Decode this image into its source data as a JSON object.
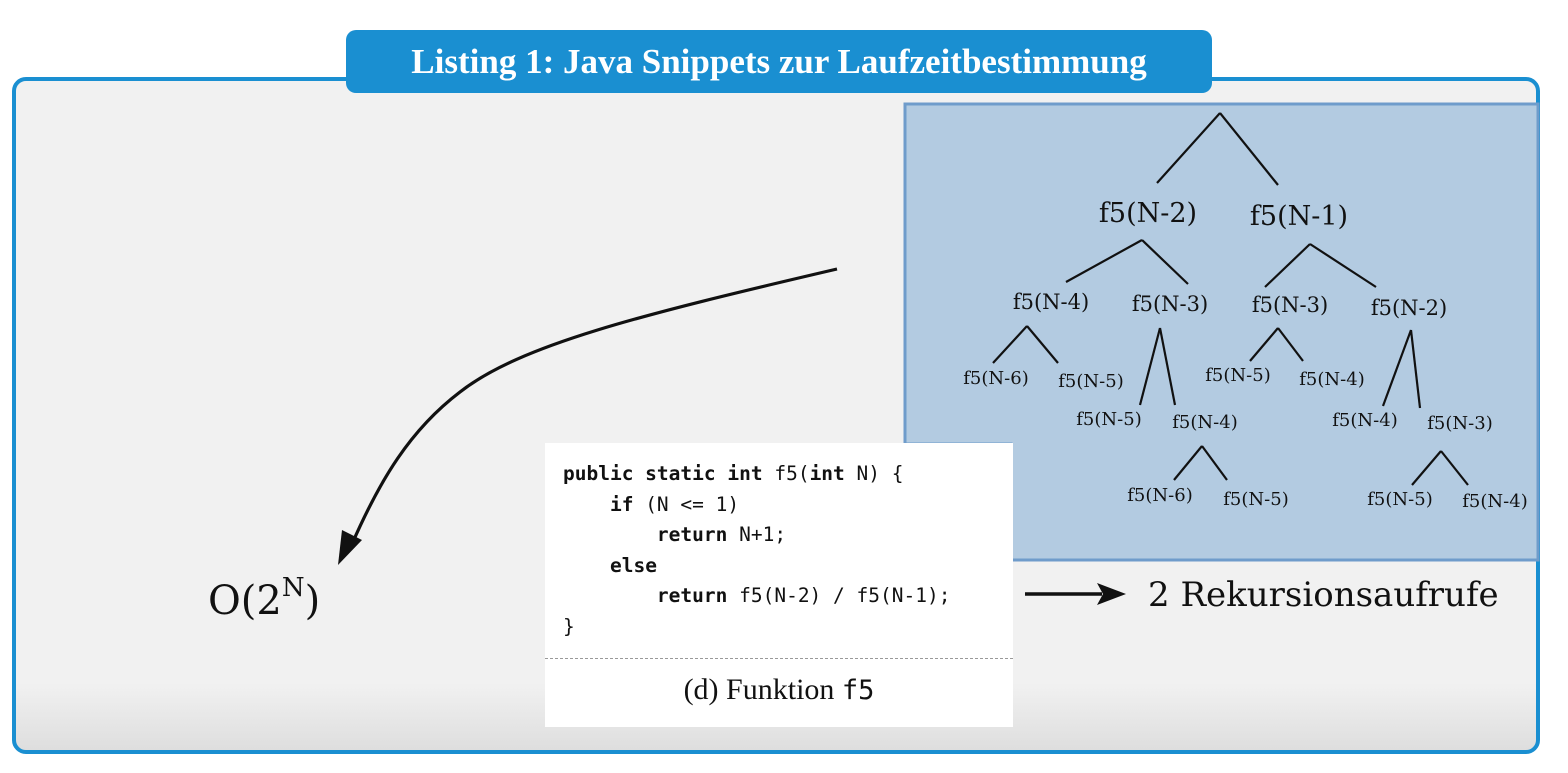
{
  "title": "Listing 1: Java Snippets zur Laufzeitbestimmung",
  "complexity": {
    "base": "O(2",
    "exponent": "N",
    "close": ")"
  },
  "code": {
    "lines": [
      [
        [
          "kw",
          "public static int"
        ],
        [
          "t",
          " f5("
        ],
        [
          "kw",
          "int"
        ],
        [
          "t",
          " N) {"
        ]
      ],
      [
        [
          "t",
          "    "
        ],
        [
          "kw",
          "if"
        ],
        [
          "t",
          " (N <= 1)"
        ]
      ],
      [
        [
          "t",
          "        "
        ],
        [
          "kw",
          "return"
        ],
        [
          "t",
          " N+1;"
        ]
      ],
      [
        [
          "t",
          "    "
        ],
        [
          "kw",
          "else"
        ]
      ],
      [
        [
          "t",
          "        "
        ],
        [
          "kw",
          "return"
        ],
        [
          "t",
          " f5(N-2) / f5(N-1);"
        ]
      ],
      [
        [
          "t",
          "}"
        ]
      ]
    ],
    "caption_prefix": "(d) Funktion ",
    "caption_fn": "f5"
  },
  "annotation": "2 Rekursionsaufrufe",
  "tree": {
    "level1": [
      "f5(N-2)",
      "f5(N-1)"
    ],
    "level2": [
      "f5(N-4)",
      "f5(N-3)",
      "f5(N-3)",
      "f5(N-2)"
    ],
    "level3": [
      "f5(N-6)",
      "f5(N-5)",
      "f5(N-5)",
      "f5(N-4)",
      "f5(N-5)",
      "f5(N-4)",
      "f5(N-4)",
      "f5(N-3)"
    ],
    "level4": [
      "f5(N-6)",
      "f5(N-5)",
      "f5(N-5)",
      "f5(N-4)"
    ]
  },
  "colors": {
    "accent": "#1a8fd1",
    "tree_fill": "#b3cbe1",
    "tree_border": "#6f9ccb"
  }
}
